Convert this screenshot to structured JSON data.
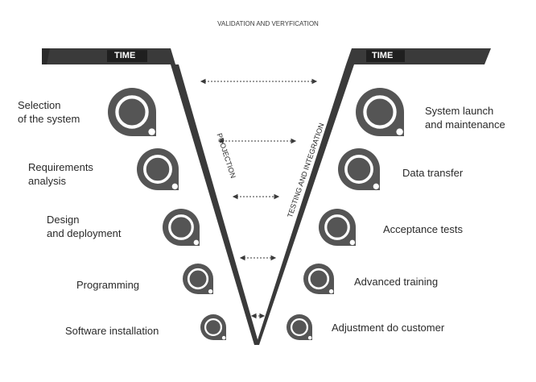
{
  "title": "VALIDATION AND VERYFICATION",
  "left_banner": "TIME",
  "right_banner": "TIME",
  "left_axis_label": "PROJECTION",
  "right_axis_label": "TESTING AND INTEGRATION",
  "left_steps": [
    {
      "label": "Selection\nof the system",
      "icon": "gauge-icon"
    },
    {
      "label": "Requirements\nanalysis",
      "icon": "gauge-icon"
    },
    {
      "label": "Design\nand deployment",
      "icon": "gauge-icon"
    },
    {
      "label": "Programming",
      "icon": "gauge-icon"
    },
    {
      "label": "Software installation",
      "icon": "gauge-icon"
    }
  ],
  "right_steps": [
    {
      "label": "System launch\nand maintenance",
      "icon": "gauge-icon"
    },
    {
      "label": "Data transfer",
      "icon": "gauge-icon"
    },
    {
      "label": "Acceptance tests",
      "icon": "gauge-icon"
    },
    {
      "label": "Advanced training",
      "icon": "gauge-icon"
    },
    {
      "label": "Adjustment do customer",
      "icon": "gauge-icon"
    }
  ],
  "colors": {
    "icon": "#555555",
    "banner": "#2b2b2b",
    "line": "#3a3a3a"
  }
}
